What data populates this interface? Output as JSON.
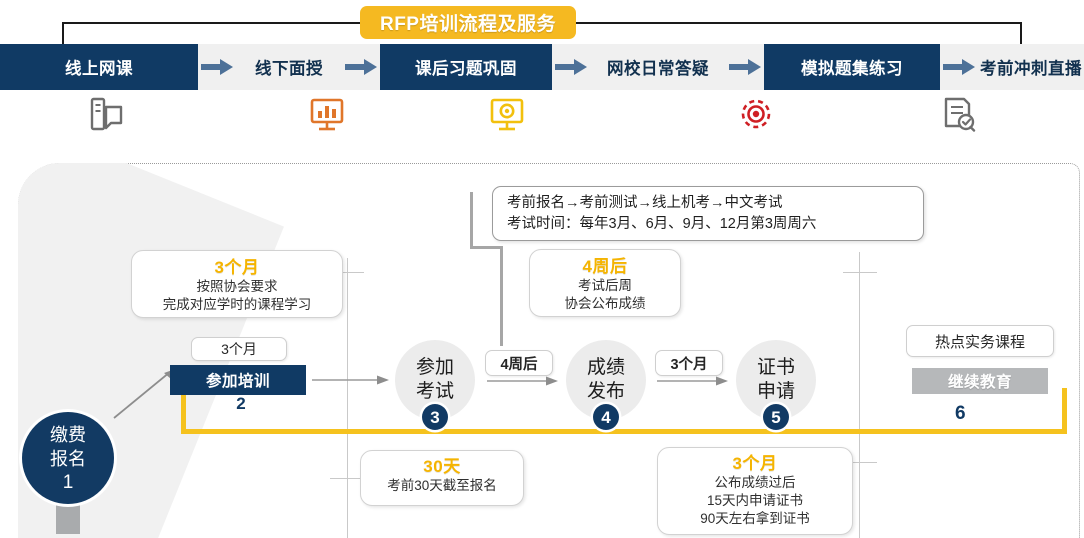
{
  "title": {
    "text": "RFP培训流程及服务"
  },
  "header": {
    "steps": [
      {
        "label": "线上网课",
        "style": "filled",
        "icon": "screen-document-icon"
      },
      {
        "label": "线下面授",
        "style": "plain",
        "icon": "monitor-chart-icon"
      },
      {
        "label": "课后习题巩固",
        "style": "filled",
        "icon": "monitor-gear-icon"
      },
      {
        "label": "网校日常答疑",
        "style": "plain",
        "icon": "none"
      },
      {
        "label": "模拟题集练习",
        "style": "filled",
        "icon": "target-refresh-icon"
      },
      {
        "label": "考前冲刺直播",
        "style": "plain",
        "icon": "document-check-icon"
      }
    ],
    "arrow_icon": "right-arrow-icon"
  },
  "exam_card": {
    "line1": "考前报名→考前测试→线上机考→中文考试",
    "line2": "考试时间：每年3月、6月、9月、12月第3周周六"
  },
  "cards": {
    "training": {
      "highlight": "3个月",
      "line1": "按照协会要求",
      "line2": "完成对应学时的课程学习"
    },
    "result": {
      "highlight": "4周后",
      "line1": "考试后周",
      "line2": "协会公布成绩"
    },
    "deadline": {
      "highlight": "30天",
      "line1": "考前30天截至报名"
    },
    "certificate": {
      "highlight": "3个月",
      "line1": "公布成绩过后",
      "line2": "15天内申请证书",
      "line3": "90天左右拿到证书"
    }
  },
  "flow": {
    "node1": {
      "line1": "缴费",
      "line2": "报名",
      "number": "1"
    },
    "node2": {
      "pill": "3个月",
      "bar": "参加培训",
      "number": "2"
    },
    "node3": {
      "line1": "参加",
      "line2": "考试",
      "number": "3"
    },
    "node4": {
      "line1": "成绩",
      "line2": "发布",
      "number": "4"
    },
    "node5": {
      "line1": "证书",
      "line2": "申请",
      "number": "5"
    },
    "node6": {
      "pill": "热点实务课程",
      "bar": "继续教育",
      "number": "6"
    },
    "connector_2_3": "",
    "connector_3_4": "4周后",
    "connector_4_5": "3个月"
  },
  "colors": {
    "navy": "#103a64",
    "gold": "#f5b921",
    "yellow_line": "#f5c21e",
    "gray_bar": "#b6b8ba",
    "node_gray": "#ececec"
  }
}
